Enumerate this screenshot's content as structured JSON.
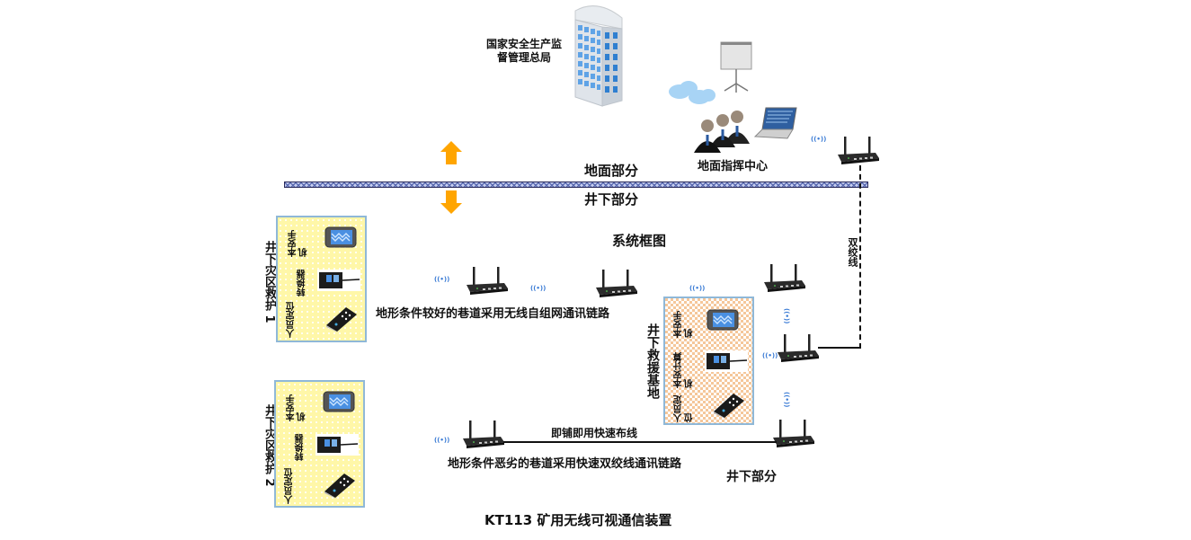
{
  "surface": {
    "building_label_line1": "国家安全生产监",
    "building_label_line2": "督管理总局",
    "command_center_label": "地面指挥中心"
  },
  "divider": {
    "above_label": "地面部分",
    "below_label": "井下部分"
  },
  "diagram_title": "系统框图",
  "twisted_pair_label": "双绞线",
  "wireless_link_label": "地形条件较好的巷道采用无线自组网通讯链路",
  "wired_link": {
    "cable_label": "即铺即用快速布线",
    "description": "地形条件恶劣的巷道采用快速双绞线通讯链路",
    "section_label": "井下部分"
  },
  "rescue_point_1": {
    "title": "井下灾区救护 1",
    "devices": [
      {
        "icon": "phone-icon",
        "label": "本安手机"
      },
      {
        "icon": "converter-icon",
        "label": "转换器"
      },
      {
        "icon": "locator-icon",
        "label": "人员定位"
      }
    ]
  },
  "rescue_point_2": {
    "title": "井下灾区救护 2",
    "devices": [
      {
        "icon": "phone-icon",
        "label": "本安手机"
      },
      {
        "icon": "converter-icon",
        "label": "转换器"
      },
      {
        "icon": "locator-icon",
        "label": "人员定位"
      }
    ]
  },
  "rescue_base": {
    "title": "井下救援基地",
    "devices": [
      {
        "icon": "phone-icon",
        "label": "本安手机"
      },
      {
        "icon": "computer-icon",
        "label": "本安计算机"
      },
      {
        "icon": "locator-icon",
        "label": "人员定位"
      }
    ]
  },
  "footer_title": "KT113 矿用无线可视通信装置",
  "signal_glyph": "((•))",
  "colors": {
    "arrow": "#ffa500",
    "yellow_panel": "#fff7a8",
    "orange_panel": "#f5c79a",
    "panel_border": "#8fb8d8",
    "signal": "#3a7bd5"
  }
}
